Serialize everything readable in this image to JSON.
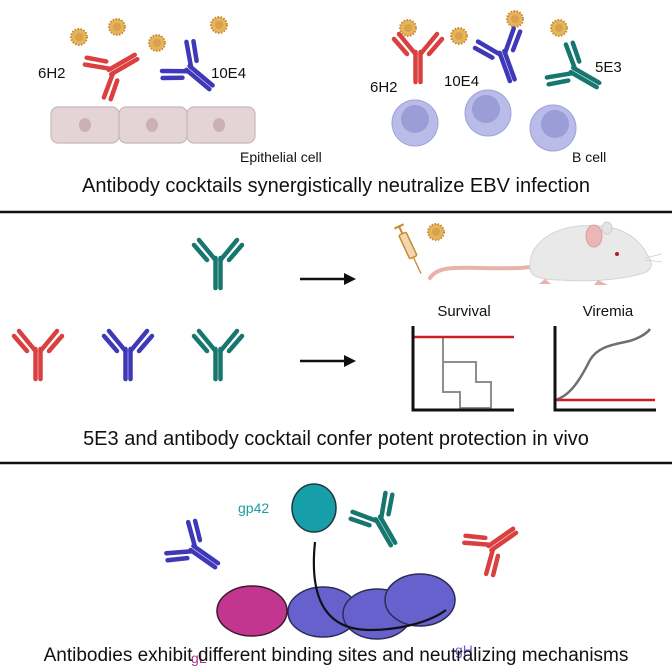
{
  "colors": {
    "red": "#d9403f",
    "blue": "#3f38b8",
    "teal": "#17776f",
    "virus": "#d9a24a",
    "epithelial_cell": "#e4d4d6",
    "b_cell_outer": "#b9bce8",
    "b_cell_inner": "#9a9dd6",
    "gL": "#c2368f",
    "gH": "#6661cc",
    "gp42": "#169fa8",
    "survival_treated": "#cc1f1f",
    "survival_control": "#8e8e8e",
    "divider": "#111111"
  },
  "panel1": {
    "left": {
      "antibody_1_label": "6H2",
      "antibody_2_label": "10E4",
      "cell_label": "Epithelial cell"
    },
    "right": {
      "antibody_1_label": "6H2",
      "antibody_2_label": "10E4",
      "antibody_3_label": "5E3",
      "cell_label": "B cell"
    },
    "caption": "Antibody cocktails synergistically neutralize EBV infection"
  },
  "panel2": {
    "survival_title": "Survival",
    "viremia_title": "Viremia",
    "caption": "5E3 and antibody cocktail confer potent protection in vivo"
  },
  "panel3": {
    "gp42_label": "gp42",
    "gL_label": "gL",
    "gH_label": "gH",
    "caption": "Antibodies exhibit different binding sites and neutralizing mechanisms"
  }
}
